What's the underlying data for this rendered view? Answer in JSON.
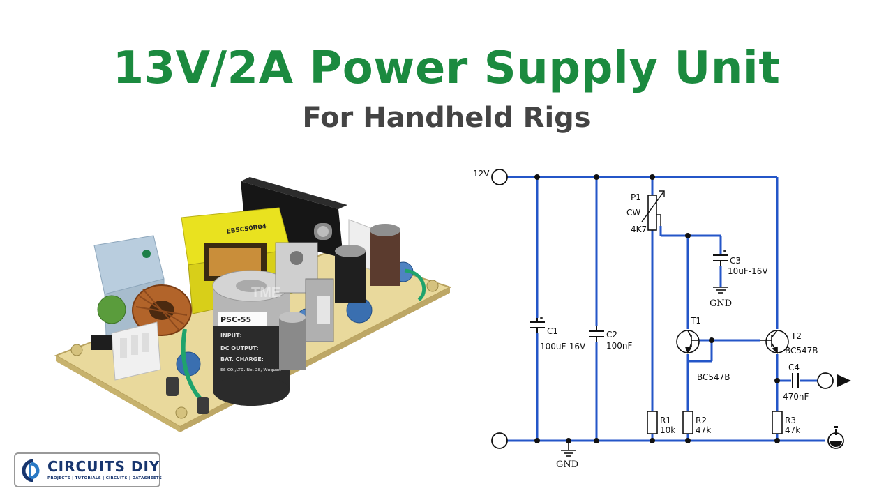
{
  "header": {
    "title": "13V/2A Power Supply Unit",
    "subtitle": "For Handheld Rigs"
  },
  "photo": {
    "transformer_code": "EB5C50B04",
    "capacitor_label": "PSC-55",
    "input_label": "INPUT:",
    "dc_output_label": "DC OUTPUT:",
    "bat_charge_label": "BAT. CHARGE:",
    "manufacturer_text": "ES CO.,LTD. No. 28, Wuquan",
    "watermark": "TME"
  },
  "schematic": {
    "supply_label": "12V",
    "ground_label": "GND",
    "components": {
      "P1": {
        "name": "P1",
        "dir": "CW",
        "value": "4K7"
      },
      "C3": {
        "name": "C3",
        "value": "10uF-16V"
      },
      "C1": {
        "name": "C1",
        "value": "100uF-16V"
      },
      "C2": {
        "name": "C2",
        "value": "100nF"
      },
      "T1": {
        "name": "T1",
        "value": "BC547B"
      },
      "T2": {
        "name": "T2",
        "value": "BC547B"
      },
      "C4": {
        "name": "C4",
        "value": "470nF"
      },
      "R1": {
        "name": "R1",
        "value": "10k"
      },
      "R2": {
        "name": "R2",
        "value": "47k"
      },
      "R3": {
        "name": "R3",
        "value": "47k"
      }
    },
    "colors": {
      "wire": "#2456c8",
      "component": "#111111"
    }
  },
  "logo": {
    "name": "CIRCUITS DIY",
    "tagline": "PROJECTS | TUTORIALS | CIRCUITS | DATASHEETS"
  },
  "colors": {
    "title": "#1b8a3f",
    "subtitle": "#444444",
    "brand": "#17356e"
  }
}
